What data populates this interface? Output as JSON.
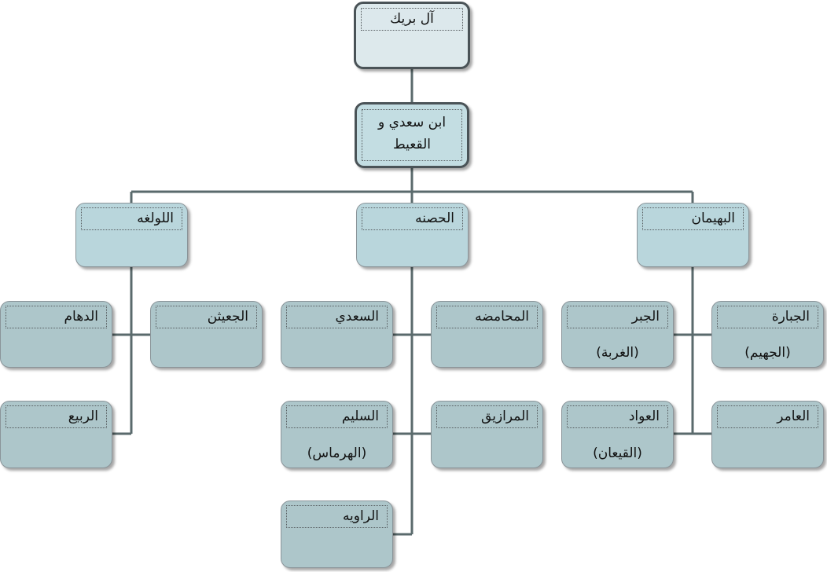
{
  "colors": {
    "line": "#5a6a6c",
    "root_fill": "#dde9ec",
    "level1_fill": "#c3dde2",
    "branch_fill": "#b9d6dc",
    "leaf_fill": "#adc6ca"
  },
  "tree": {
    "root": "آل بريك",
    "level1": "ابن سعدي و القعيط",
    "branches": {
      "lulgha": {
        "title": "اللولغه",
        "children": {
          "dahham": "الدهام",
          "juaithin": "الجعيثن",
          "rabia": "الربيع"
        }
      },
      "hasna": {
        "title": "الحصنه",
        "children": {
          "saadi": "السعدي",
          "mahamdha": "المحامضه",
          "salim": "السليم",
          "salim_sub": "(الهرماس)",
          "marazeeq": "المرازيق",
          "rawiya": "الراويه"
        }
      },
      "bahiman": {
        "title": "البهيمان",
        "children": {
          "jabr": "الجبر",
          "jabr_sub": "(الغربة)",
          "jabbara": "الجبارة",
          "jabbara_sub": "(الجهيم)",
          "awwad": "العواد",
          "awwad_sub": "(القيعان)",
          "amer": "العامر"
        }
      }
    }
  }
}
